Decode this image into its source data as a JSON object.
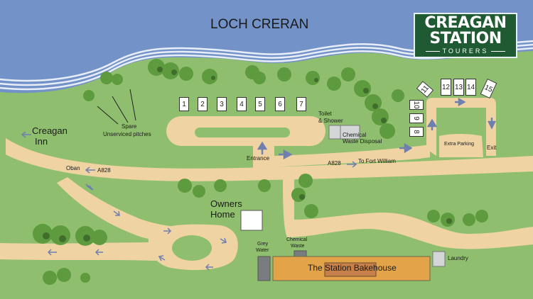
{
  "title": "LOCH CRERAN",
  "logo": {
    "line1": "CREAGAN",
    "line2": "STATION",
    "line3": "TOURERS"
  },
  "colors": {
    "water": "#7392c8",
    "grass": "#8fbf6e",
    "road": "#f0d3a2",
    "arrow": "#6f7fb0",
    "logo_bg": "#1f5a32",
    "bakehouse": "#e3a449",
    "bakehouse_inner": "#c8804a",
    "grey_block": "#7a7d80",
    "light_block": "#d3d5d7"
  },
  "pitches": [
    {
      "id": "1",
      "label": "1"
    },
    {
      "id": "2",
      "label": "2"
    },
    {
      "id": "3",
      "label": "3"
    },
    {
      "id": "4",
      "label": "4"
    },
    {
      "id": "5",
      "label": "5"
    },
    {
      "id": "6",
      "label": "6"
    },
    {
      "id": "7",
      "label": "7"
    },
    {
      "id": "8",
      "label": "8"
    },
    {
      "id": "9",
      "label": "9"
    },
    {
      "id": "10",
      "label": "10"
    },
    {
      "id": "11",
      "label": "11"
    },
    {
      "id": "12",
      "label": "12"
    },
    {
      "id": "13",
      "label": "13"
    },
    {
      "id": "14",
      "label": "14"
    },
    {
      "id": "15",
      "label": "15"
    }
  ],
  "labels": {
    "creagan_inn": "Creagan",
    "creagan_inn_2": "Inn",
    "spare": "Spare",
    "unserviced": "Unserviced pitches",
    "oban": "Oban",
    "a828_west": "A828",
    "a828_east": "A828",
    "fort_william": "To Fort William",
    "entrance": "Entrance",
    "toilet": "Toilet",
    "shower": "& Shower",
    "chem_disposal_1": "Chemical",
    "chem_disposal_2": "Waste Disposal",
    "extra_parking": "Extra Parking",
    "exit": "Exit",
    "owners_1": "Owners",
    "owners_2": "Home",
    "grey_water_1": "Grey",
    "grey_water_2": "Water",
    "chem_waste_1": "Chemical",
    "chem_waste_2": "Waste",
    "bakehouse": "The Station Bakehouse",
    "laundry": "Laundry"
  }
}
